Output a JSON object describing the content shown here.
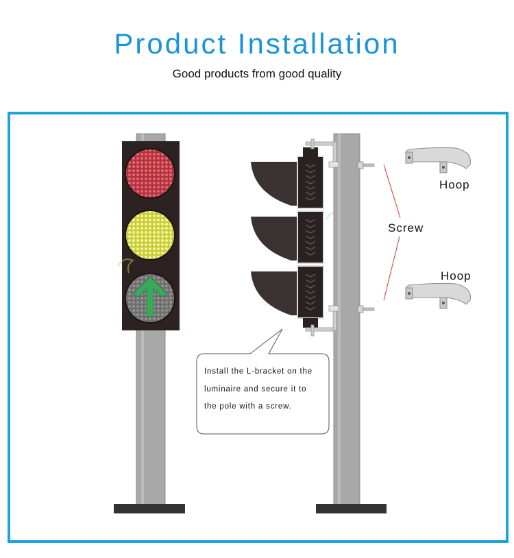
{
  "header": {
    "title": "Product Installation",
    "subtitle": "Good products from good quality"
  },
  "labels": {
    "hoop_top": "Hoop",
    "screw": "Screw",
    "hoop_bottom": "Hoop"
  },
  "callout": {
    "line1": "Install the L-bracket on the",
    "line2": "luminaire and secure it to",
    "line3": "the pole with a screw."
  },
  "colors": {
    "accent": "#1ea4dc",
    "title": "#1a94d8",
    "red_lamp": "#d24b55",
    "yellow_lamp": "#e2e46a",
    "green_arrow": "#3ca85c",
    "housing": "#2c2222",
    "pole": "#aaaaaa",
    "leader_line": "#e23030"
  }
}
